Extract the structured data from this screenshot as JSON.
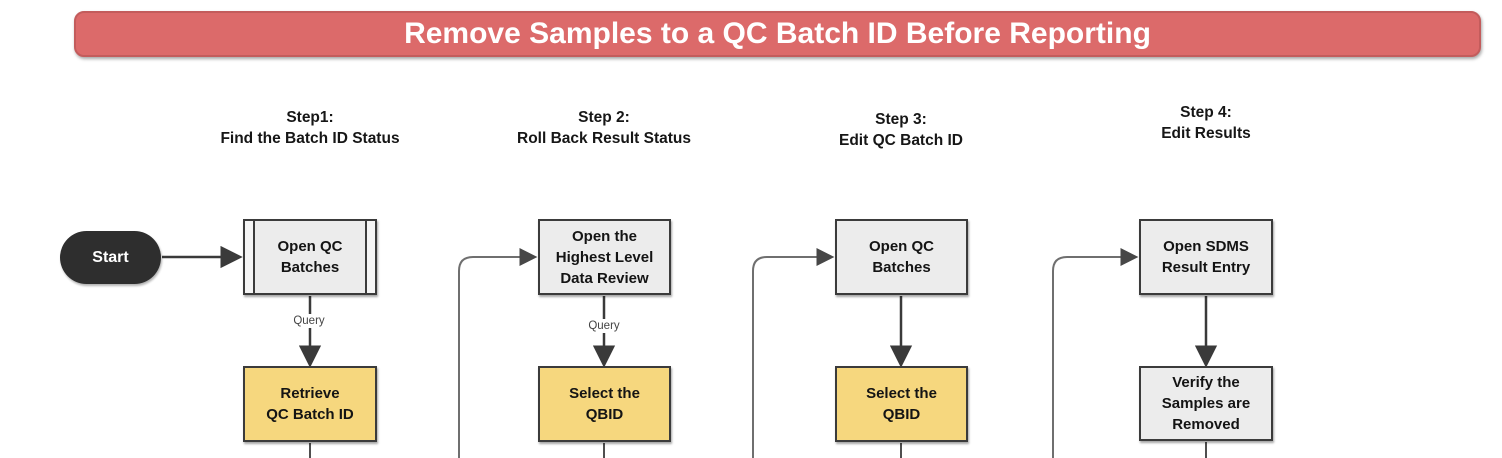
{
  "title": "Remove Samples to a QC Batch ID Before Reporting",
  "start": {
    "label": "Start"
  },
  "columns": [
    {
      "header": "Step1:\nFind the Batch ID Status",
      "top_box": {
        "label": "Open QC\nBatches",
        "type": "subprocess"
      },
      "arrow_label": "Query",
      "bottom_box": {
        "label": "Retrieve\nQC Batch ID",
        "type": "highlight"
      }
    },
    {
      "header": "Step 2:\nRoll Back Result Status",
      "top_box": {
        "label": "Open the\nHighest Level\nData Review",
        "type": "process"
      },
      "arrow_label": "Query",
      "bottom_box": {
        "label": "Select the\nQBID",
        "type": "highlight"
      }
    },
    {
      "header": "Step 3:\nEdit QC Batch ID",
      "top_box": {
        "label": "Open QC\nBatches",
        "type": "process"
      },
      "arrow_label": "",
      "bottom_box": {
        "label": "Select the\nQBID",
        "type": "highlight"
      }
    },
    {
      "header": "Step 4:\nEdit Results",
      "top_box": {
        "label": "Open SDMS\nResult Entry",
        "type": "process"
      },
      "arrow_label": "",
      "bottom_box": {
        "label": "Verify the\nSamples are\nRemoved",
        "type": "process"
      }
    }
  ],
  "colors": {
    "banner_fill": "#DC6A6A",
    "banner_border": "#C35C5C",
    "process_fill": "#ECECEC",
    "highlight_fill": "#F6D77E",
    "node_border": "#3B3B3B",
    "start_fill": "#2E2E2E",
    "arrow": "#3A3A3A",
    "connector": "#6F6F6F",
    "text": "#141414"
  }
}
